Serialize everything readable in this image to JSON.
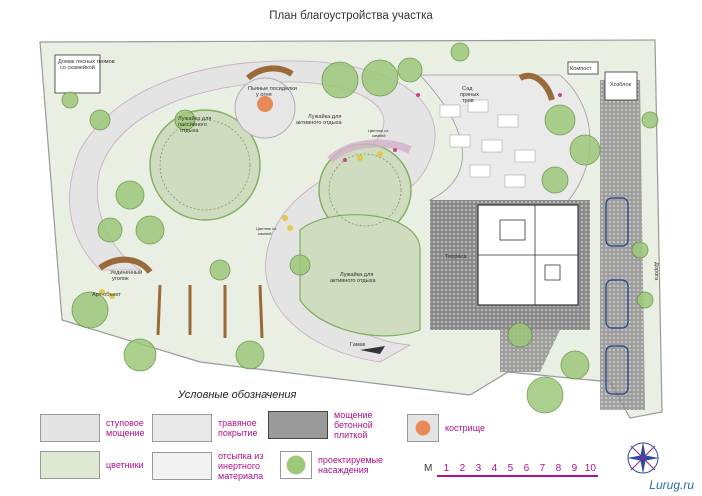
{
  "title": "План благоустройства участка",
  "labels": {
    "gnome_house": [
      "Домик лесных гномов",
      "со скамейкой"
    ],
    "drinking_gatherings": [
      "Пьяные посиделки",
      "у огня"
    ],
    "lawn_passive": [
      "Лужайка для",
      "пассивного",
      "отдыха"
    ],
    "lawn_active_top": [
      "Лужайка для",
      "активного отдыха"
    ],
    "garden": [
      "Сад",
      "пряных",
      "трав"
    ],
    "compost": "Компост",
    "shed": "Хозблок",
    "flowers_stones": [
      "Цветник из",
      "камней"
    ],
    "flowers_stones2": [
      "Цветник из",
      "камней"
    ],
    "terrace": "Терраса",
    "secluded": [
      "Уединенный",
      "уголок"
    ],
    "art_object": "Арт-объект",
    "lawn_active_bottom": [
      "Лужайка для",
      "активного отдыха"
    ],
    "hammock": "Гамак",
    "road": "Дорога"
  },
  "legend": {
    "title": "Условные обозначения",
    "items": [
      {
        "text": [
          "ступовое",
          "мощение"
        ],
        "icon": "paving-swatch"
      },
      {
        "text": [
          "травяное",
          "покрытие"
        ],
        "icon": "grass-swatch"
      },
      {
        "text": [
          "мощение",
          "бетонной",
          "плиткой"
        ],
        "icon": "concrete-swatch"
      },
      {
        "text": [
          "кострище"
        ],
        "icon": "firepit-swatch"
      },
      {
        "text": [
          "цветники"
        ],
        "icon": "flowerbed-swatch"
      },
      {
        "text": [
          "отсыпка из",
          "инертного",
          "материала"
        ],
        "icon": "gravel-swatch"
      },
      {
        "text": [
          "проектируемые",
          "насаждения"
        ],
        "icon": "plants-swatch"
      }
    ]
  },
  "scale": {
    "label": "M",
    "ticks": [
      "1",
      "2",
      "3",
      "4",
      "5",
      "6",
      "7",
      "8",
      "9",
      "10"
    ]
  },
  "watermark": "Lurug.ru",
  "colors": {
    "accent": "#b0108f",
    "grass": "#c9d9b5",
    "paving": "#e4e4e4",
    "tree": "#6aa84f",
    "concrete": "#9a9a9a"
  }
}
